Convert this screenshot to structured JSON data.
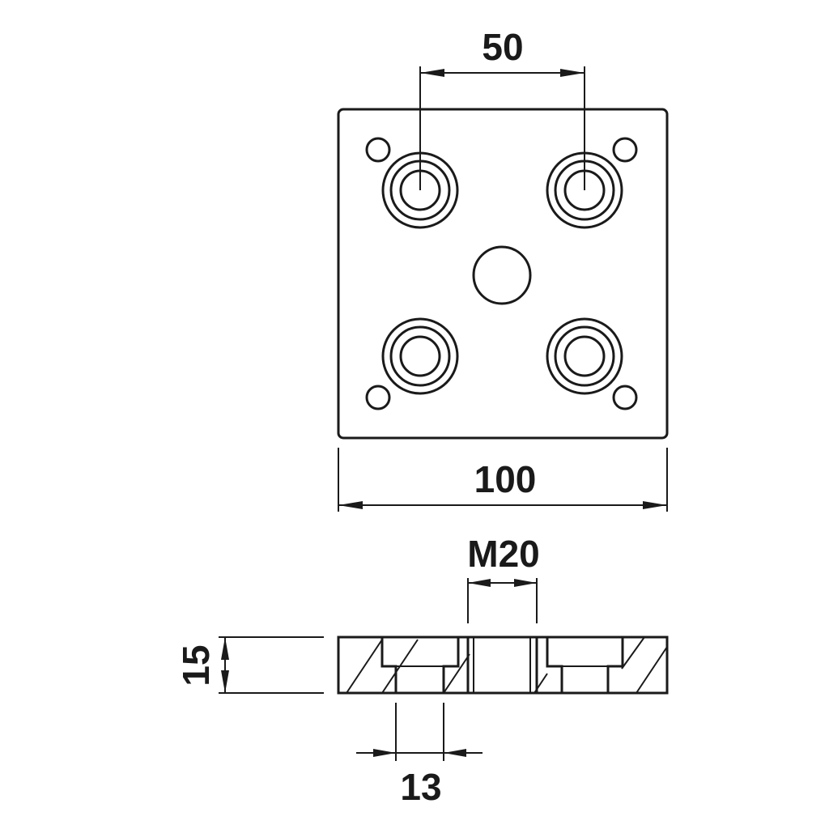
{
  "drawing": {
    "ink_color": "#1a1a1a",
    "background": "#ffffff",
    "dimensions": {
      "hole_spacing": "50",
      "plate_width": "100",
      "thread_size": "M20",
      "plate_thickness": "15",
      "bore_diameter": "13"
    }
  }
}
